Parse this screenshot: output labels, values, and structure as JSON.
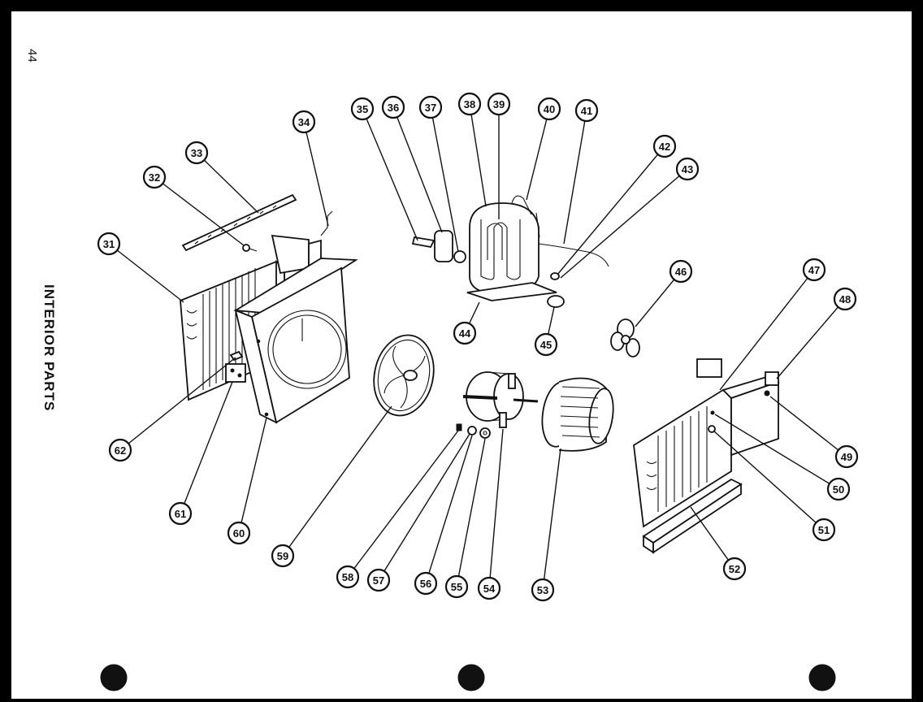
{
  "page": {
    "page_number": "44",
    "section_title": "INTERIOR PARTS"
  },
  "callouts": [
    "31",
    "32",
    "33",
    "34",
    "35",
    "36",
    "37",
    "38",
    "39",
    "40",
    "41",
    "42",
    "43",
    "44",
    "45",
    "46",
    "47",
    "48",
    "49",
    "50",
    "51",
    "52",
    "53",
    "54",
    "55",
    "56",
    "57",
    "58",
    "59",
    "60",
    "61",
    "62"
  ],
  "colors": {
    "ink": "#111111",
    "paper": "#ffffff",
    "border": "#000000"
  }
}
